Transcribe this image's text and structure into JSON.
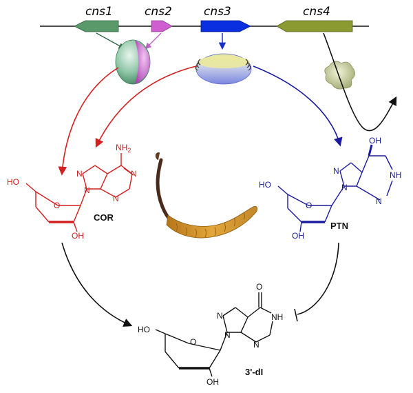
{
  "genes": [
    {
      "label": "cns1",
      "color": "#5a9a6a"
    },
    {
      "label": "cns2",
      "color": "#cf5fd0"
    },
    {
      "label": "cns3",
      "color": "#0a2fe0"
    },
    {
      "label": "cns4",
      "color": "#8c9a32"
    }
  ],
  "colors": {
    "cor": "#d21f1f",
    "ptn": "#1a1aa0",
    "dI": "#111111"
  },
  "cor": {
    "name": "COR",
    "nh2": "NH",
    "nh2_sub": "2",
    "n1": "N",
    "n2": "N",
    "n3": "N",
    "n4": "N",
    "o_ring": "O",
    "ho": "HO",
    "oh": "OH"
  },
  "ptn": {
    "name": "PTN",
    "oh_top": "OH",
    "nh": "NH",
    "n1": "N",
    "n2": "N",
    "n3": "N",
    "o_ring": "O",
    "ho": "HO",
    "oh": "OH"
  },
  "di": {
    "name": "3'-dI",
    "o_top": "O",
    "nh": "NH",
    "n1": "N",
    "n2": "N",
    "n3": "N",
    "o_ring": "O",
    "ho": "HO",
    "oh": "OH"
  }
}
